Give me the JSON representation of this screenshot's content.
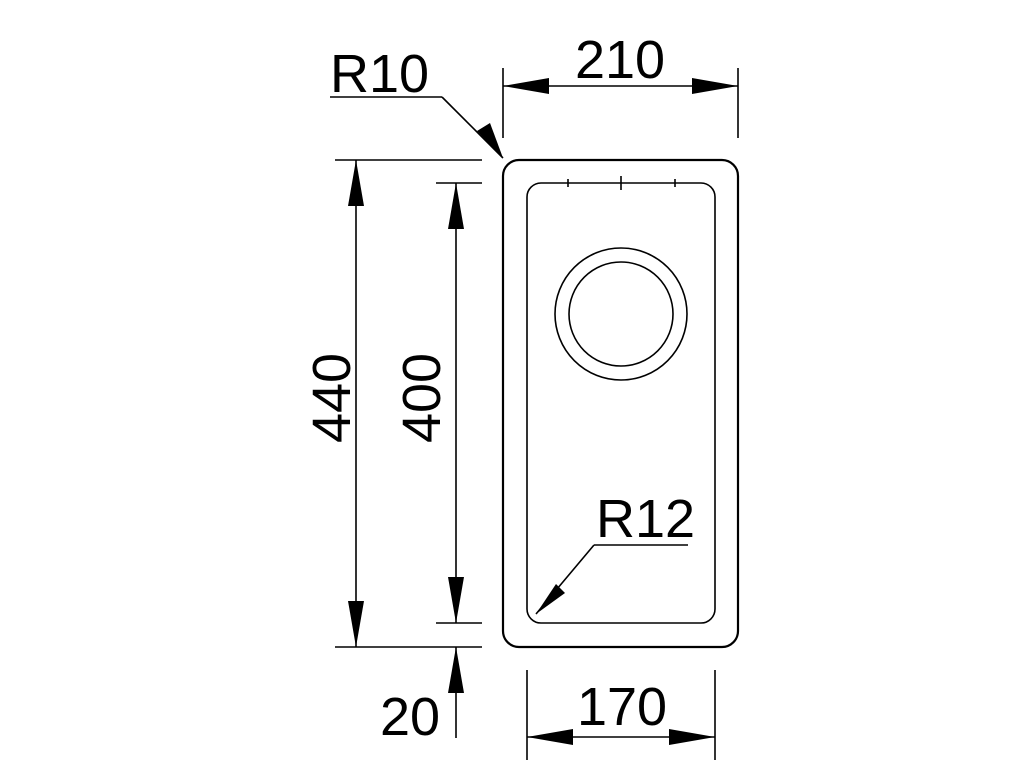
{
  "dimensions": {
    "corner_radius_outer": "R10",
    "corner_radius_inner": "R12",
    "outer_width": "210",
    "inner_width": "170",
    "outer_length": "440",
    "inner_length": "400",
    "rim_offset": "20"
  },
  "colors": {
    "line": "#000000",
    "background": "#ffffff"
  }
}
